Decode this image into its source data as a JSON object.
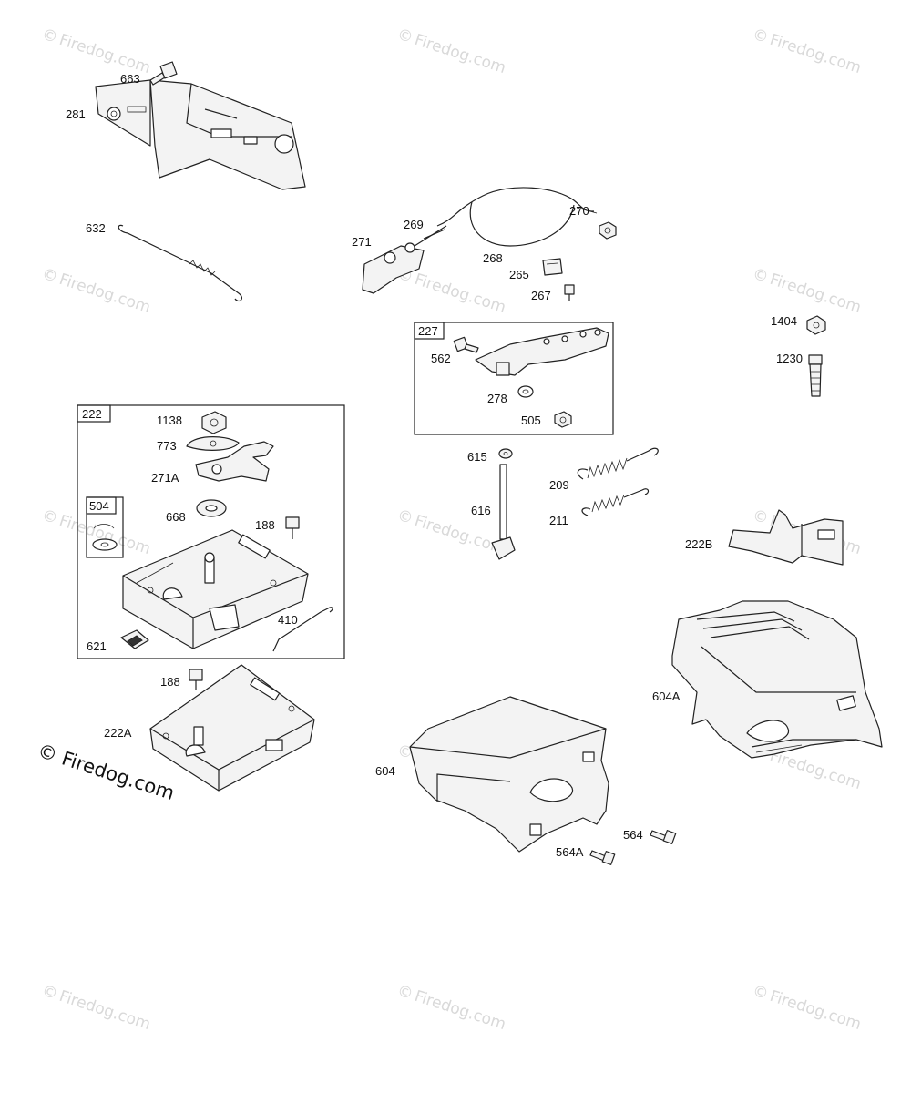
{
  "watermark": {
    "text": "Firedog.com",
    "copyright_symbol": "©",
    "main_text": "© Firedog.com"
  },
  "callouts": {
    "p663": "663",
    "p281": "281",
    "p632": "632",
    "p269": "269",
    "p271": "271",
    "p268": "268",
    "p270": "270",
    "p265": "265",
    "p267": "267",
    "p227": "227",
    "p562": "562",
    "p278": "278",
    "p505": "505",
    "p1404": "1404",
    "p1230": "1230",
    "p222": "222",
    "p1138": "1138",
    "p773": "773",
    "p271A": "271A",
    "p504": "504",
    "p668": "668",
    "p188a": "188",
    "p410": "410",
    "p621": "621",
    "p615": "615",
    "p616": "616",
    "p209": "209",
    "p211": "211",
    "p222B": "222B",
    "p604A": "604A",
    "p188b": "188",
    "p222A": "222A",
    "p604": "604",
    "p564": "564",
    "p564A": "564A"
  }
}
